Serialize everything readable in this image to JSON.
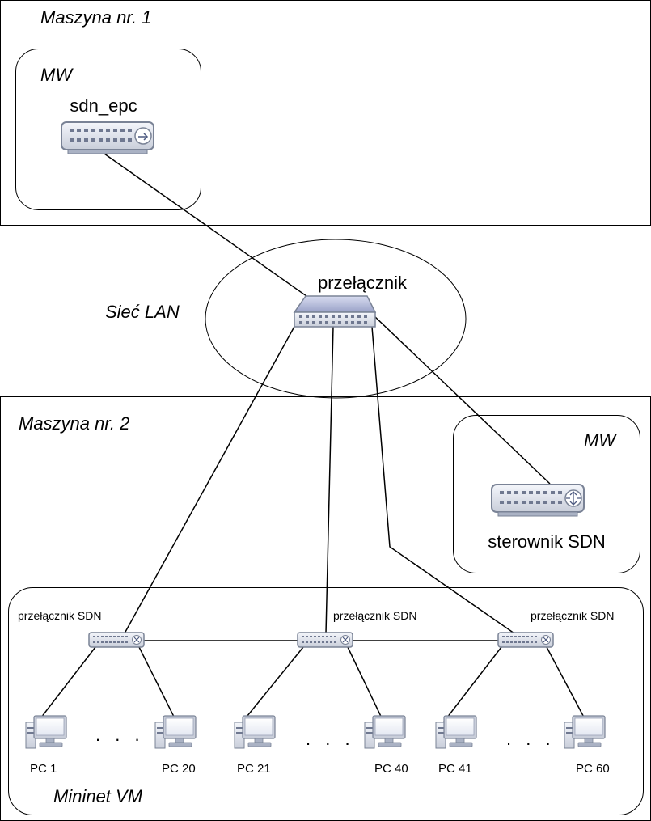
{
  "machine1": {
    "title": "Maszyna nr. 1"
  },
  "machine1_vm": {
    "title": "MW",
    "device_label": "sdn_epc"
  },
  "lan": {
    "title": "Sieć LAN",
    "switch_label": "przełącznik"
  },
  "machine2": {
    "title": "Maszyna nr. 2"
  },
  "machine2_vm": {
    "title": "MW",
    "device_label": "sterownik SDN"
  },
  "mininet": {
    "title": "Mininet VM",
    "switch_label_1": "przełącznik SDN",
    "switch_label_2": "przełącznik SDN",
    "switch_label_3": "przełącznik SDN",
    "ellipsis": ". . .",
    "pcs": [
      "PC 1",
      "PC 20",
      "PC 21",
      "PC 40",
      "PC 41",
      "PC 60"
    ]
  },
  "icons": {
    "epc": "server-arrow-icon",
    "lan_switch": "network-switch-icon",
    "controller": "router-icon",
    "sdn_switch": "sdn-switch-icon",
    "pc": "desktop-pc-icon"
  }
}
